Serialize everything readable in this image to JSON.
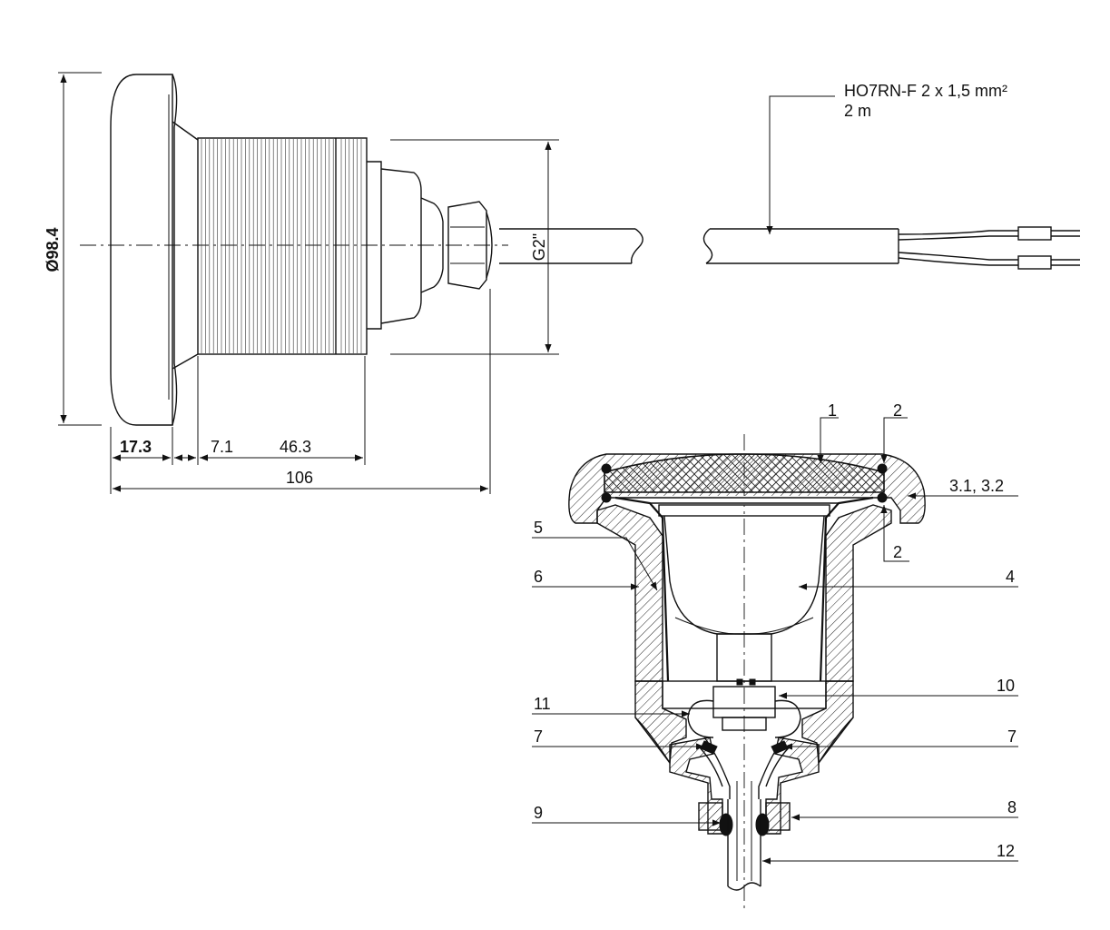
{
  "side_view": {
    "cable_spec_line1": "HO7RN-F 2 x 1,5  mm²",
    "cable_spec_line2": "2 m",
    "thread_label": "G2\"",
    "dims": {
      "diameter": "Ø98.4",
      "flange": "17.3",
      "gap": "7.1",
      "thread": "46.3",
      "total": "106"
    }
  },
  "section_view": {
    "callouts": [
      {
        "id": "c1",
        "label": "1"
      },
      {
        "id": "c2a",
        "label": "2"
      },
      {
        "id": "c2b",
        "label": "2"
      },
      {
        "id": "c31",
        "label": "3.1, 3.2"
      },
      {
        "id": "c4",
        "label": "4"
      },
      {
        "id": "c5",
        "label": "5"
      },
      {
        "id": "c6",
        "label": "6"
      },
      {
        "id": "c10",
        "label": "10"
      },
      {
        "id": "c11",
        "label": "11"
      },
      {
        "id": "c7a",
        "label": "7"
      },
      {
        "id": "c7b",
        "label": "7"
      },
      {
        "id": "c8",
        "label": "8"
      },
      {
        "id": "c9",
        "label": "9"
      },
      {
        "id": "c12",
        "label": "12"
      }
    ]
  }
}
